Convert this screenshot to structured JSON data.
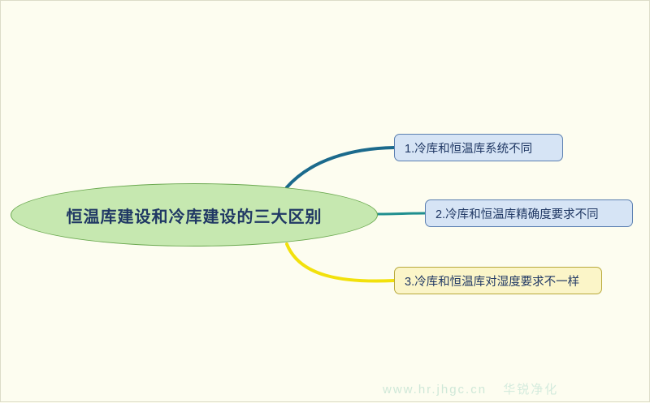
{
  "diagram": {
    "type": "mindmap",
    "root": {
      "label": "恒温库建设和冷库建设的三大区别",
      "fill_color": "#c6e8b0",
      "border_color": "#6aa84f",
      "text_color": "#203864"
    },
    "branches": [
      {
        "label": "1.冷库和恒温库系统不同",
        "fill_color": "#d6e4f5",
        "border_color": "#5a7fb0",
        "connector_color": "#1b6a8c"
      },
      {
        "label": "2.冷库和恒温库精确度要求不同",
        "fill_color": "#d6e4f5",
        "border_color": "#5a7fb0",
        "connector_color": "#1f8f8f"
      },
      {
        "label": "3.冷库和恒温库对湿度要求不一样",
        "fill_color": "#fbf5c8",
        "border_color": "#b8a93a",
        "connector_color": "#f2e10c"
      }
    ],
    "background_color": "#fdfdf0"
  },
  "watermark": {
    "url_text": "www.hr.jhgc.cn",
    "brand_text": "华锐净化"
  }
}
